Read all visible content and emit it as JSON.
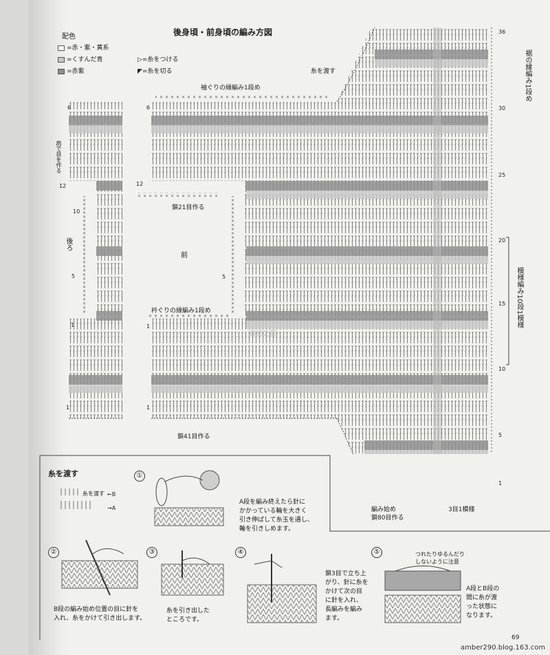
{
  "page": {
    "title": "後身頃・前身頃の編み方図",
    "page_number": "69",
    "footer_url": "amber290.blog.163.com",
    "watermark": "縫紉之苗"
  },
  "legend": {
    "heading": "配色",
    "items": [
      {
        "label": "=赤・紫・黄系",
        "color": "#ffffff"
      },
      {
        "label": "=くすんだ青",
        "color": "#c8c8c8"
      },
      {
        "label": "=赤紫",
        "color": "#8f8f8f"
      }
    ],
    "attach_label": "=糸をつける",
    "cut_label": "=糸を切る"
  },
  "chart": {
    "label_armhole": "袖ぐりの縁編み1段め",
    "label_neck": "衿ぐりの縁編み1段め",
    "label_pass_yarn": "糸を渡す",
    "label_ch21": "鎖21目作る",
    "label_ch41": "鎖41目作る",
    "label_start": "編み始め",
    "label_ch80": "鎖80目作る",
    "label_repeat3": "3目1模様",
    "label_front": "前",
    "label_back": "後ろ",
    "label_shoulder": "肩で目を作る",
    "label_hem_edge": "裾の縁編み1段め",
    "label_pattern": "模様編み10段1模様",
    "row_numbers_right": [
      "36",
      "30",
      "25",
      "20",
      "15",
      "10",
      "5",
      "1"
    ],
    "row_numbers_left": [
      "6",
      "1",
      "12",
      "10",
      "5",
      "1",
      "6",
      "1",
      "5",
      "1",
      "12"
    ]
  },
  "howto": {
    "title": "糸を渡す",
    "mini_label": "糸を渡す",
    "mini_b": "←B",
    "mini_a": "→A",
    "steps": [
      {
        "num": "①",
        "text": "A段を編み終えたら針に\nかかっている輪を大きく\n引き伸ばして糸玉を通し、\n輪を引きしめます。"
      },
      {
        "num": "②",
        "text": "B段の編み始め位置の目に針を\n入れ、糸をかけて引き出します。"
      },
      {
        "num": "③",
        "text": "糸を引き出した\nところです。"
      },
      {
        "num": "④",
        "text": "鎖3目で立ち上\nがり、針に糸を\nかけて次の目\nに針を入れ、\n長編みを編み\nます。"
      },
      {
        "num": "⑤",
        "text": "A段とB段の\n間に糸が渡\nった状態に\nなります。"
      }
    ],
    "note": "つれたりゆるんだり\nしないように注意"
  }
}
